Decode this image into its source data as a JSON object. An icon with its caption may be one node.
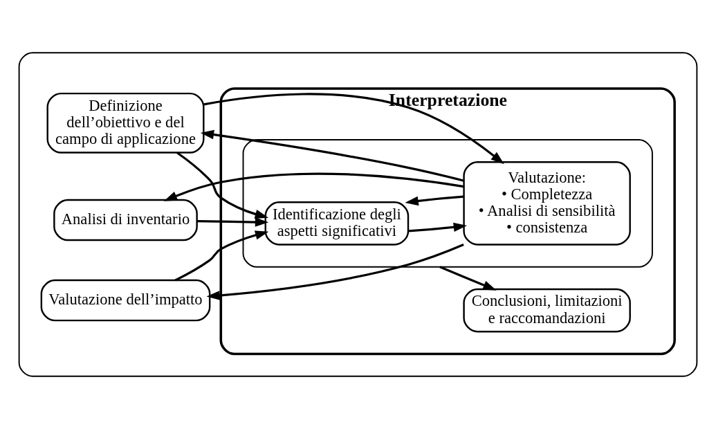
{
  "diagram": {
    "nodes": [
      {
        "text": [],
        "shape": "box"
      },
      {
        "text": [
          "Interpretazione"
        ],
        "in": 0
      },
      {
        "text": [
          "Definizione dell’obiettivo e del campo di applicazione"
        ],
        "in": 0
      },
      {
        "text": [
          "Analisi di inventario"
        ],
        "in": 0
      },
      {
        "text": [
          "Valutazione dell’impatto"
        ],
        "in": 0
      },
      {
        "text": [],
        "shape": "box",
        "in": 1
      },
      {
        "text": [
          "Identificazione degli aspetti significativi"
        ],
        "in": 5
      },
      {
        "text": [
          "Valutazione:",
          "• Completezza",
          "• Analisi di sensibilità",
          "• consistenza"
        ],
        "in": 5
      },
      {
        "text": [
          "Conclusioni, limitazioni e raccomandazioni"
        ],
        "in": 1
      }
    ],
    "edges": [
      {
        "from": 2,
        "to": 7,
        "arrow": "to"
      },
      {
        "from": 2,
        "to": 6,
        "arrow": "to"
      },
      {
        "from": 3,
        "to": 6,
        "arrow": "to"
      },
      {
        "from": 4,
        "to": 6,
        "arrow": "to"
      },
      {
        "from": 6,
        "to": 7,
        "arrow": "to"
      },
      {
        "from": 7,
        "to": 6,
        "arrow": "to"
      },
      {
        "from": 5,
        "to": 8,
        "arrow": "to"
      },
      {
        "from": 7,
        "to": 2,
        "arrow": "to"
      },
      {
        "from": 7,
        "to": 3,
        "arrow": "to"
      },
      {
        "from": 7,
        "to": 4,
        "arrow": "to"
      }
    ]
  }
}
